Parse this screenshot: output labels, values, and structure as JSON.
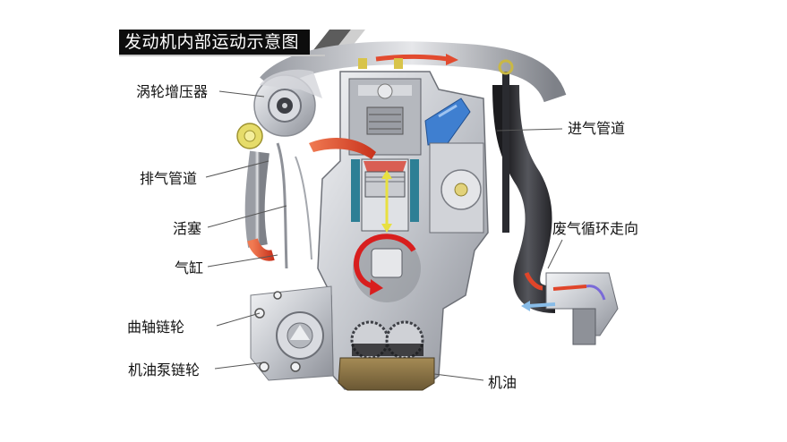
{
  "title": "发动机内部运动示意图",
  "colors": {
    "title_bg": "#0d0d0d",
    "title_text": "#ffffff",
    "exhaust_red": "#e0452a",
    "intake_blue": "#3f7fd0",
    "coolant_teal": "#2d7f95",
    "piston_arrow_yellow": "#e8e040",
    "rotation_arrow_red": "#d81e1e",
    "oil_brown": "#8a7448",
    "hose_black": "#2a2a2e",
    "metal_gray": "#b9bcc2"
  },
  "labels": {
    "turbocharger": "涡轮增压器",
    "exhaust_pipe": "排气管道",
    "piston": "活塞",
    "cylinder": "气缸",
    "crankshaft_sprocket": "曲轴链轮",
    "oil_pump_sprocket": "机油泵链轮",
    "intake_pipe": "进气管道",
    "egr_flow": "废气循环走向",
    "engine_oil": "机油"
  }
}
